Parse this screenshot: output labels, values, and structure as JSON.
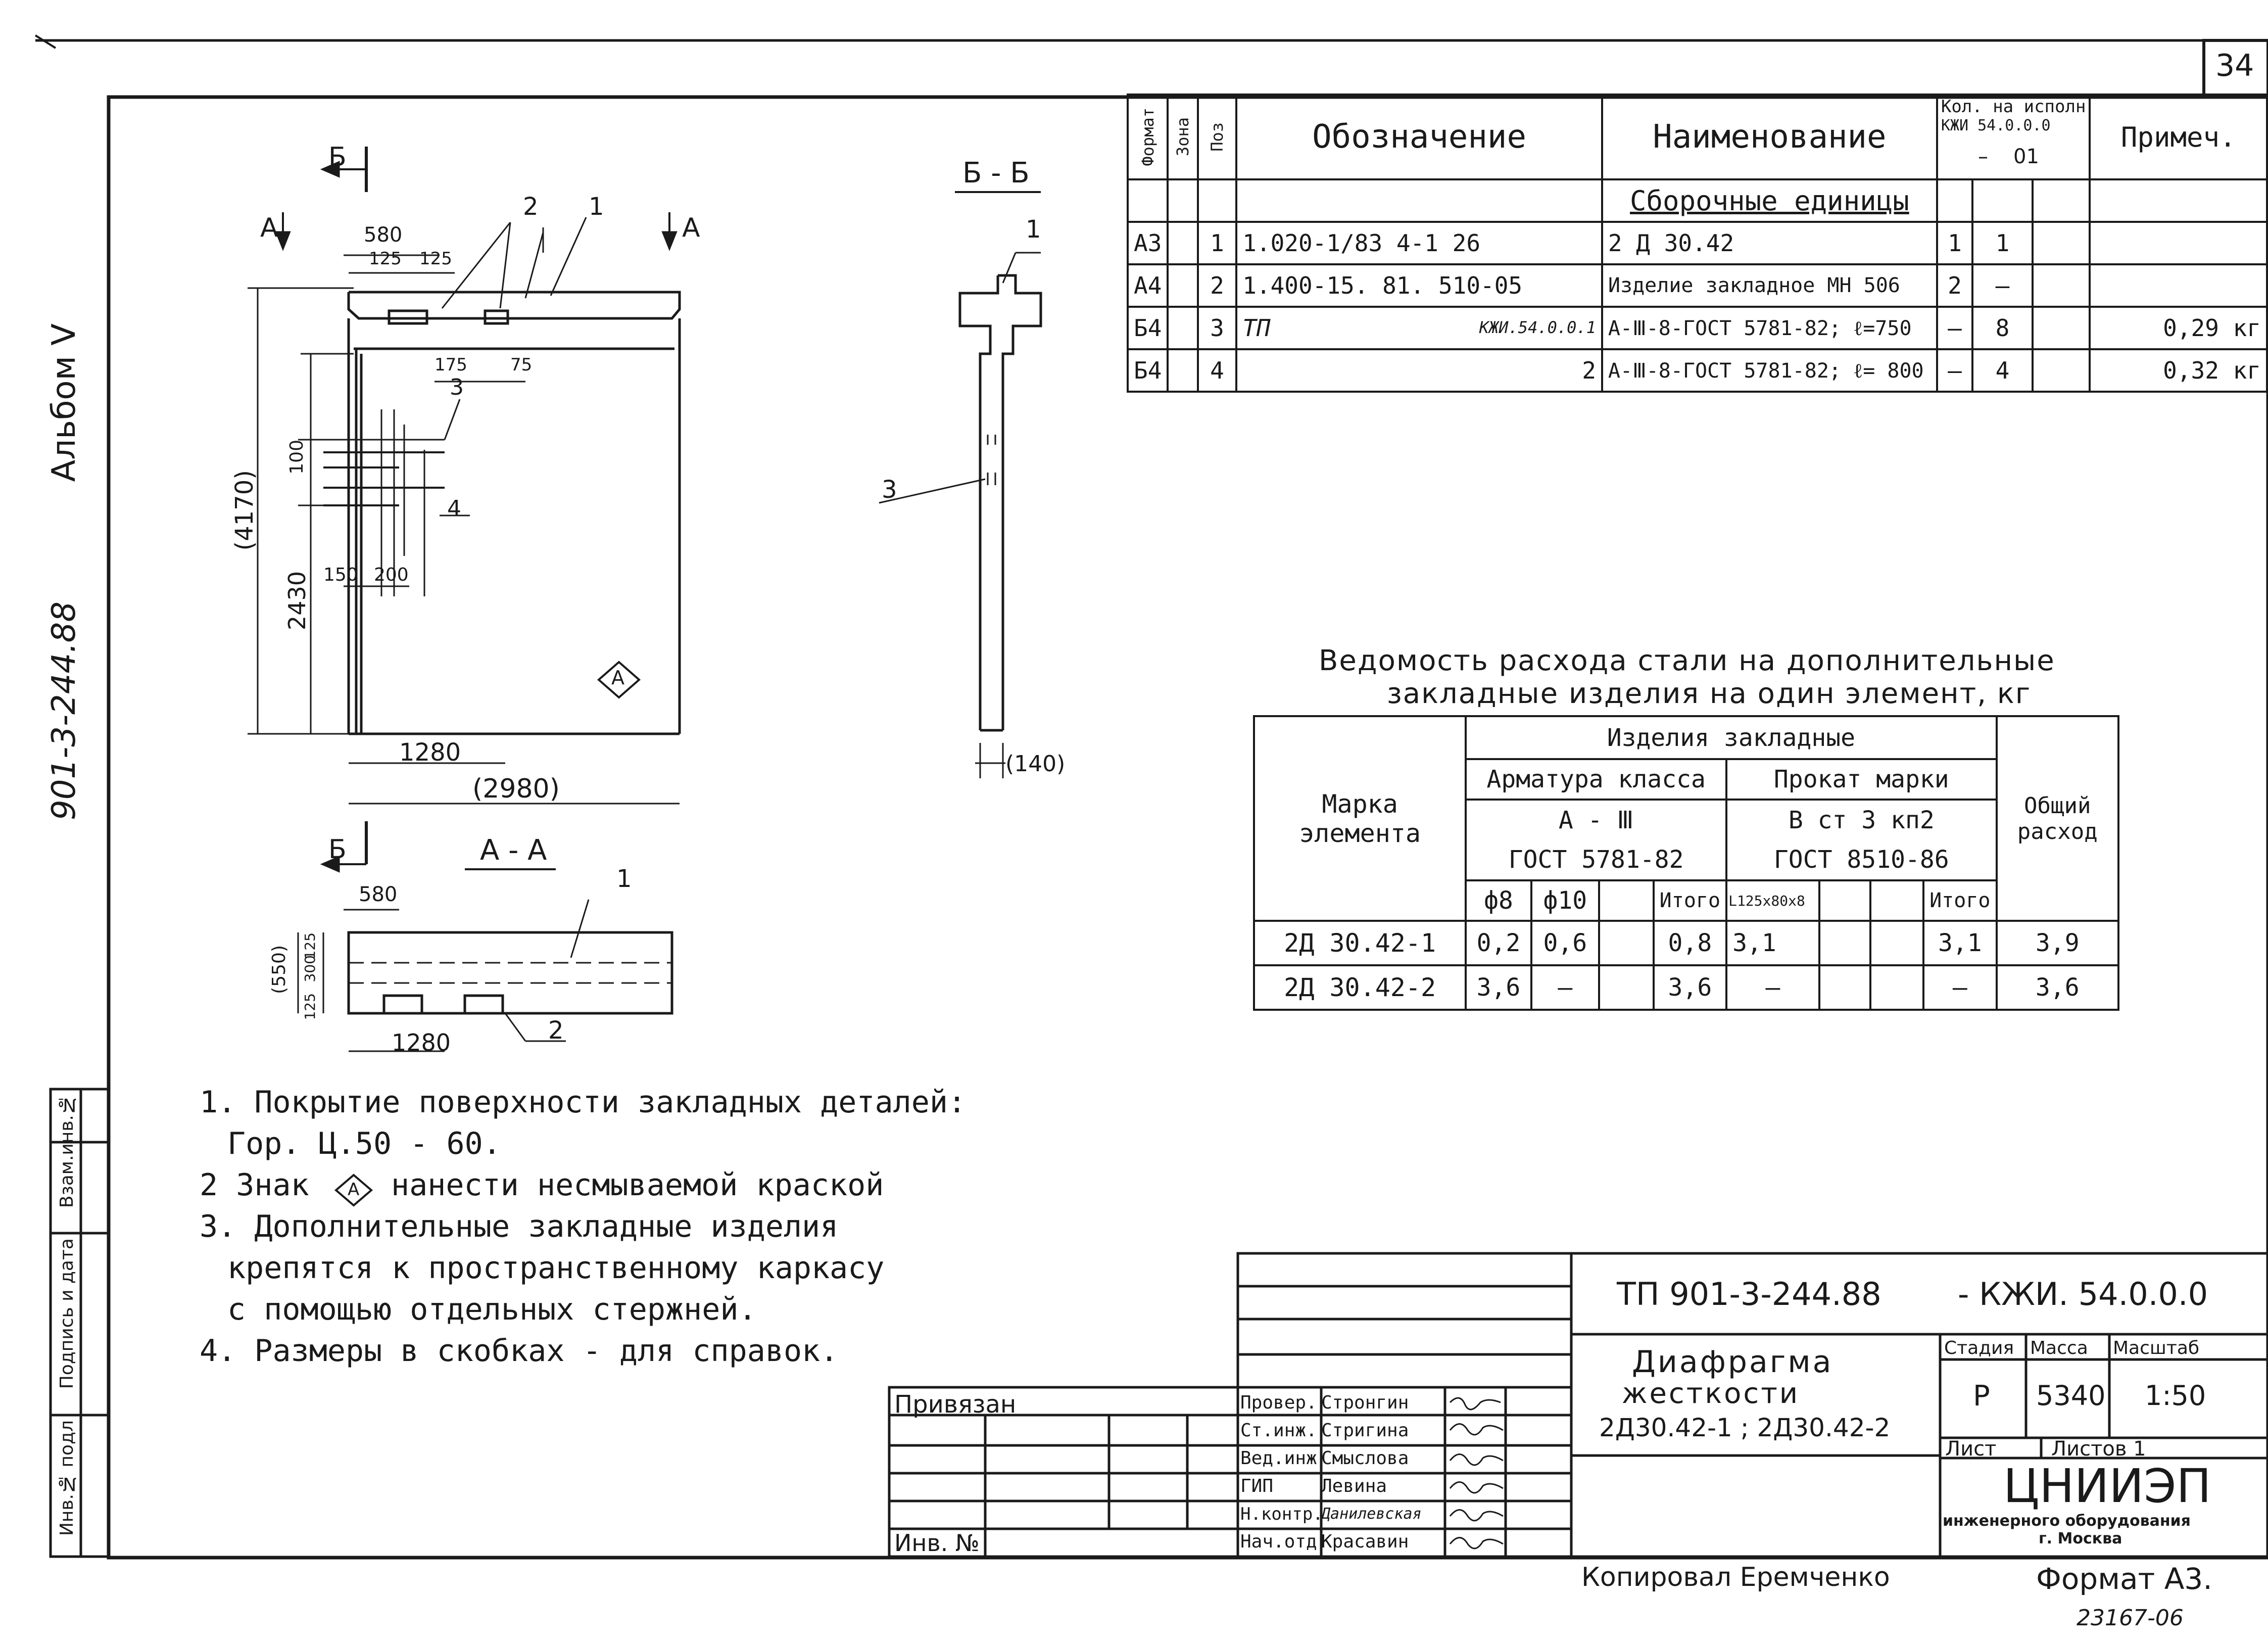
{
  "sheet_number": "34",
  "side_stamp": {
    "album": "Альбом V",
    "code": "901-3-244.88",
    "fields": [
      "Инв.№ подл",
      "Подпись и дата",
      "Взам.инв.№"
    ]
  },
  "spec": {
    "headers": {
      "format": "Формат",
      "zone": "Зона",
      "pos": "Поз",
      "designation": "Обозначение",
      "name": "Наименование",
      "qty": "Кол. на исполн",
      "qty_code": "КЖИ 54.0.0.0",
      "qty_col1": "–",
      "qty_col2": "01",
      "note": "Примеч."
    },
    "section_title": "Сборочные единицы",
    "rows": [
      {
        "format": "А3",
        "pos": "1",
        "designation": "1.020-1/83  4-1  26",
        "name": "2 Д  30.42",
        "q1": "1",
        "q2": "1",
        "note": ""
      },
      {
        "format": "А4",
        "pos": "2",
        "designation": "1.400-15. 81. 510-05",
        "name": "Изделие закладное МН 506",
        "q1": "2",
        "q2": "–",
        "note": ""
      },
      {
        "format": "Б4",
        "pos": "3",
        "designation": "ТП",
        "designation2": "КЖИ.54.0.0.1",
        "name": "А-Ⅲ-8-ГОСТ 5781-82; ℓ=750",
        "q1": "–",
        "q2": "8",
        "note": "0,29 кг"
      },
      {
        "format": "Б4",
        "pos": "4",
        "designation": "",
        "designation2": "2",
        "name": "А-Ⅲ-8-ГОСТ 5781-82; ℓ= 800",
        "q1": "–",
        "q2": "4",
        "note": "0,32 кг"
      }
    ]
  },
  "steel_statement": {
    "title_line1": "Ведомость расхода стали на дополнительные",
    "title_line2": "закладные изделия на один элемент, кг",
    "head": {
      "mark": "Марка элемента",
      "items": "Изделия закладные",
      "rebar_class": "Арматура класса",
      "rebar_grade": "А - Ⅲ",
      "rebar_std": "ГОСТ 5781-82",
      "rolled_grade": "Прокат марки",
      "rolled_steel": "В ст 3 кп2",
      "rolled_std": "ГОСТ 8510-86",
      "total": "Общий расход",
      "d8": "ф8",
      "d10": "ф10",
      "sum1": "Итого",
      "angle": "L125х80х8",
      "sum2": "Итого"
    },
    "rows": [
      {
        "mark": "2Д 30.42-1",
        "d8": "0,2",
        "d10": "0,6",
        "sum1": "0,8",
        "angle": "3,1",
        "sum2": "3,1",
        "total": "3,9"
      },
      {
        "mark": "2Д 30.42-2",
        "d8": "3,6",
        "d10": "–",
        "sum1": "3,6",
        "angle": "–",
        "sum2": "–",
        "total": "3,6"
      }
    ]
  },
  "drawing": {
    "labels": {
      "section_bb": "Б - Б",
      "section_aa": "А - А",
      "cut_b": "Б",
      "cut_a": "А",
      "mark_a": "А"
    },
    "dims": [
      "580",
      "125",
      "125",
      "175",
      "75",
      "100",
      "200",
      "150",
      "2430",
      "(4170)",
      "1280",
      "(2980)",
      "(140)",
      "580",
      "(550)",
      "125",
      "300",
      "125",
      "1280"
    ],
    "callouts": [
      "1",
      "2",
      "3",
      "4"
    ]
  },
  "notes": [
    "1. Покрытие поверхности закладных деталей: Гор. Ц.50-60.",
    "2 Знак",
    "нанести несмываемой краской",
    "3. Дополнительные закладные изделия крепятся к пространственному каркасу с помощью отдельных стержней.",
    "4. Размеры в скобках - для справок."
  ],
  "notes_lines": [
    "1. Покрытие   поверхности   закладных деталей:",
    "Гор.  Ц.50 - 60.",
    "2 Знак",
    "нанести  несмываемой  краской",
    "3. Дополнительные  закладные  изделия",
    "крепятся  к  пространственному  каркасу",
    "с  помощью  отдельных  стержней.",
    "4. Размеры  в  скобках - для  справок."
  ],
  "title_block": {
    "project_code": "ТП 901-3-244.88",
    "doc_code": "- КЖИ. 54.0.0.0",
    "title_line1": "Диафрагма",
    "title_line2": "жесткости",
    "title_line3": "2Д30.42-1 ; 2Д30.42-2",
    "stage_label": "Стадия",
    "mass_label": "Масса",
    "scale_label": "Масштаб",
    "stage": "Р",
    "mass": "5340",
    "scale": "1:50",
    "sheet_label": "Лист",
    "sheets_label": "Листов 1",
    "org_name": "ЦНИИЭП",
    "org_sub": "инженерного оборудования",
    "org_city": "г. Москва",
    "bound_label": "Привязан",
    "inv_label": "Инв. №",
    "signers": [
      {
        "role": "Провер.",
        "name": "Стронгин"
      },
      {
        "role": "Ст.инж.",
        "name": "Стригина"
      },
      {
        "role": "Вед.инж",
        "name": "Смыслова"
      },
      {
        "role": "ГИП",
        "name": "Левина"
      },
      {
        "role": "Н.контр.",
        "name": "Данилевская"
      },
      {
        "role": "Нач.отд",
        "name": "Красавин"
      }
    ]
  },
  "footer": {
    "copied": "Копировал Еремченко",
    "format": "Формат А3.",
    "stamp": "23167-06"
  }
}
